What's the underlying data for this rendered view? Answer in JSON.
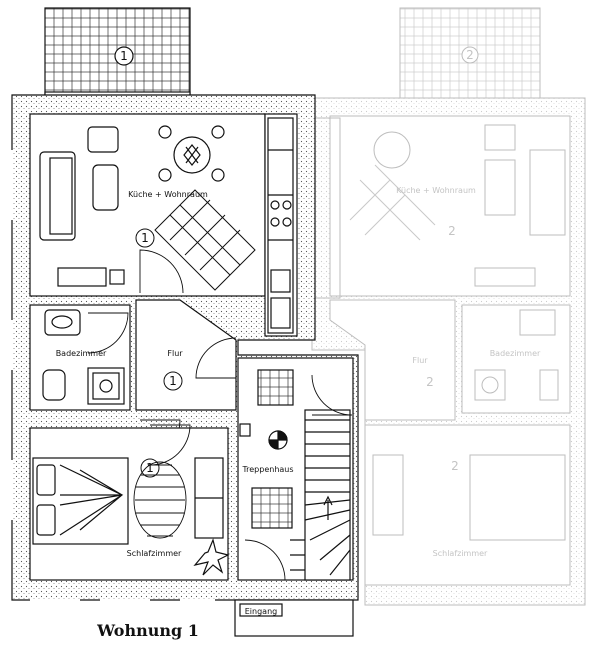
{
  "plan": {
    "caption": "Wohnung 1",
    "entrance": "Eingang",
    "unit1": {
      "number": "1",
      "kitchen_living": "Küche + Wohnraum",
      "bathroom": "Badezimmer",
      "hall": "Flur",
      "bedroom": "Schlafzimmer"
    },
    "stairwell": "Treppenhaus",
    "unit2": {
      "number": "2",
      "kitchen_living": "Küche + Wohnraum",
      "bathroom": "Badezimmer",
      "hall": "Flur",
      "bedroom": "Schlafzimmer"
    }
  }
}
